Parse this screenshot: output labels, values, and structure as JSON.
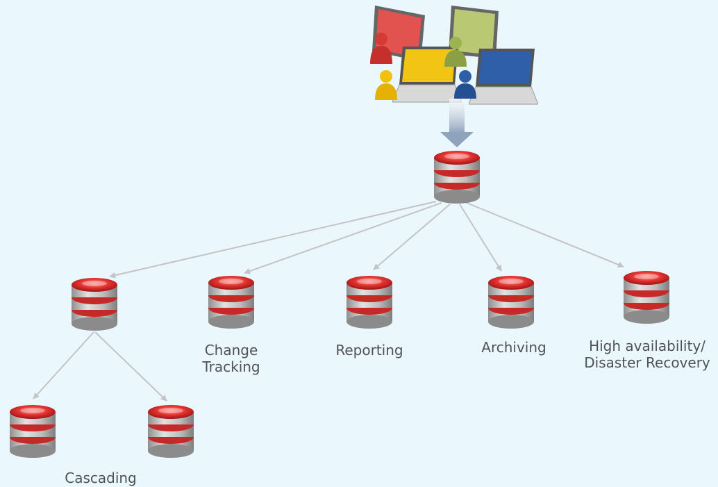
{
  "diagram": {
    "users_icon": "users-with-laptops-icon",
    "database_icon": "database-server-icon",
    "labels": {
      "change_tracking": [
        "Change",
        "Tracking"
      ],
      "reporting": "Reporting",
      "archiving": "Archiving",
      "high_availability": [
        "High availability/",
        "Disaster Recovery"
      ],
      "cascading": "Cascading"
    },
    "colors": {
      "background": "#eaf7fd",
      "connector": "#c4c4c4",
      "database_top": "#e0312f",
      "database_body": "#b9b9b9",
      "label_text": "#4f5256"
    }
  }
}
